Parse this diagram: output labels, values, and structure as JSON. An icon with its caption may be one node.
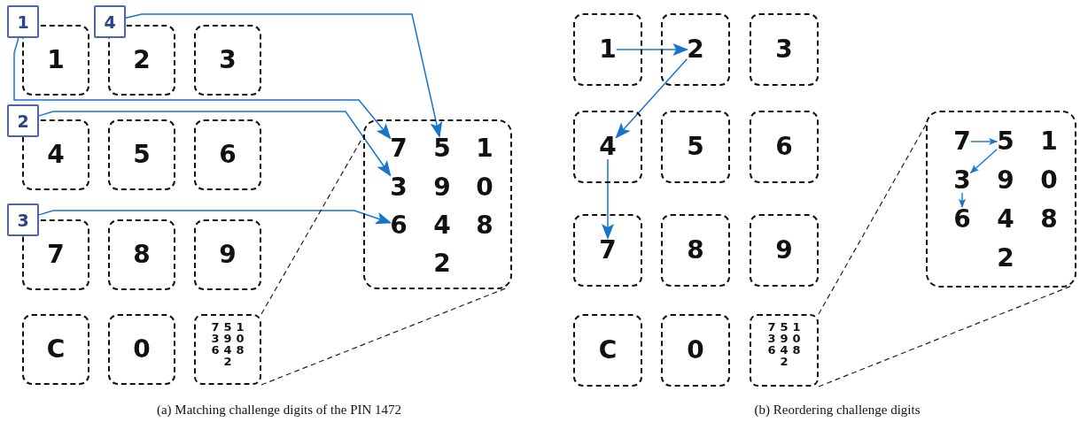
{
  "diagram": {
    "nodes": [
      {
        "text": [
          "1"
        ]
      },
      {
        "text": [
          "4"
        ]
      },
      {
        "text": [
          "1"
        ]
      },
      {
        "text": [
          "2"
        ]
      },
      {
        "text": [
          "3"
        ]
      },
      {
        "text": [
          "2"
        ]
      },
      {
        "text": [
          "4"
        ]
      },
      {
        "text": [
          "5"
        ]
      },
      {
        "text": [
          "6"
        ]
      },
      {
        "text": [
          "3"
        ]
      },
      {
        "text": [
          "7"
        ]
      },
      {
        "text": [
          "8"
        ]
      },
      {
        "text": [
          "9"
        ]
      },
      {
        "text": [],
        "shape": "box"
      },
      {
        "text": [
          "7"
        ],
        "in": 13
      },
      {
        "text": [
          "5"
        ],
        "in": 13
      },
      {
        "text": [
          "1"
        ],
        "in": 13
      },
      {
        "text": [
          "3"
        ],
        "in": 13
      },
      {
        "text": [
          "9"
        ],
        "in": 13
      },
      {
        "text": [
          "0"
        ],
        "in": 13
      },
      {
        "text": [
          "6"
        ],
        "in": 13
      },
      {
        "text": [
          "4"
        ],
        "in": 13
      },
      {
        "text": [
          "8"
        ],
        "in": 13
      },
      {
        "text": [
          "2"
        ],
        "in": 13
      },
      {
        "text": [
          "C"
        ]
      },
      {
        "text": [
          "0"
        ]
      },
      {
        "text": [
          "7 3 6",
          "5 9 4 2",
          "1 0 8"
        ]
      },
      {
        "text": [
          "1"
        ]
      },
      {
        "text": [
          "2"
        ]
      },
      {
        "text": [
          "3"
        ]
      },
      {
        "text": [
          "4"
        ]
      },
      {
        "text": [
          "5"
        ]
      },
      {
        "text": [
          "6"
        ]
      },
      {
        "text": [],
        "shape": "box"
      },
      {
        "text": [
          "7"
        ],
        "in": 33
      },
      {
        "text": [
          "5"
        ],
        "in": 33
      },
      {
        "text": [
          "1"
        ],
        "in": 33
      },
      {
        "text": [
          "3"
        ],
        "in": 33
      },
      {
        "text": [
          "9"
        ],
        "in": 33
      },
      {
        "text": [
          "0"
        ],
        "in": 33
      },
      {
        "text": [
          "6"
        ],
        "in": 33
      },
      {
        "text": [
          "4"
        ],
        "in": 33
      },
      {
        "text": [
          "8"
        ],
        "in": 33
      },
      {
        "text": [
          "2"
        ],
        "in": 33
      },
      {
        "text": [
          "7"
        ]
      },
      {
        "text": [
          "8"
        ]
      },
      {
        "text": [
          "9"
        ]
      },
      {
        "text": [
          "C"
        ]
      },
      {
        "text": [
          "0"
        ]
      },
      {
        "text": [
          "7 3 6",
          "5 9 4 2",
          "1 0 8"
        ]
      }
    ],
    "edges": [
      {
        "from": 0,
        "to": 14,
        "arrow": "to"
      },
      {
        "from": 1,
        "to": 15,
        "arrow": "to"
      },
      {
        "from": 5,
        "to": 17,
        "arrow": "to"
      },
      {
        "from": 9,
        "to": 20,
        "arrow": "to"
      },
      {
        "from": 26,
        "to": 13,
        "arrow": "none",
        "style": "dashed",
        "color": "#222222"
      },
      {
        "from": 26,
        "to": 13,
        "arrow": "none",
        "style": "dashed",
        "color": "#222222"
      },
      {
        "from": 27,
        "to": 28,
        "arrow": "to"
      },
      {
        "from": 28,
        "to": 30,
        "arrow": "to"
      },
      {
        "from": 30,
        "to": 44,
        "arrow": "to"
      },
      {
        "from": 34,
        "to": 35,
        "arrow": "to"
      },
      {
        "from": 35,
        "to": 37,
        "arrow": "to"
      },
      {
        "from": 37,
        "to": 40,
        "arrow": "to"
      },
      {
        "from": 49,
        "to": 33,
        "arrow": "none",
        "style": "dashed",
        "color": "#222222"
      },
      {
        "from": 49,
        "to": 33,
        "arrow": "none",
        "style": "dashed",
        "color": "#222222"
      }
    ],
    "labels": [
      "(a) Matching challenge digits of the PIN 1472",
      "(b) Reordering challenge digits"
    ]
  }
}
